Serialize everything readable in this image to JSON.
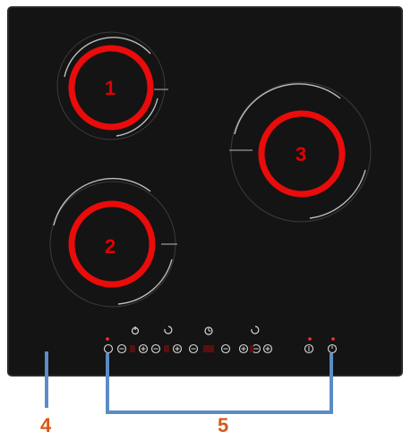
{
  "colors": {
    "glass": "#141414",
    "highlight_ring": "#ea0b0b",
    "callout_text": "#d95716",
    "callout_line": "#5b8cc6",
    "zone_text": "#e10000"
  },
  "zones": [
    {
      "label": "1"
    },
    {
      "label": "2"
    },
    {
      "label": "3"
    }
  ],
  "callouts": {
    "frame": "4",
    "controls": "5"
  },
  "control_panel": {
    "top_icons": [
      "power-timer-icon",
      "refresh-icon",
      "clock-icon",
      "refresh-icon"
    ],
    "main_row": [
      "power-button",
      "minus-button",
      "plus-button",
      "zone-select-button",
      "minus-button",
      "plus-button",
      "timer-minus-button",
      "timer-plus-button",
      "zone-select-button"
    ],
    "right_buttons": [
      "lock-button",
      "power-button"
    ]
  }
}
